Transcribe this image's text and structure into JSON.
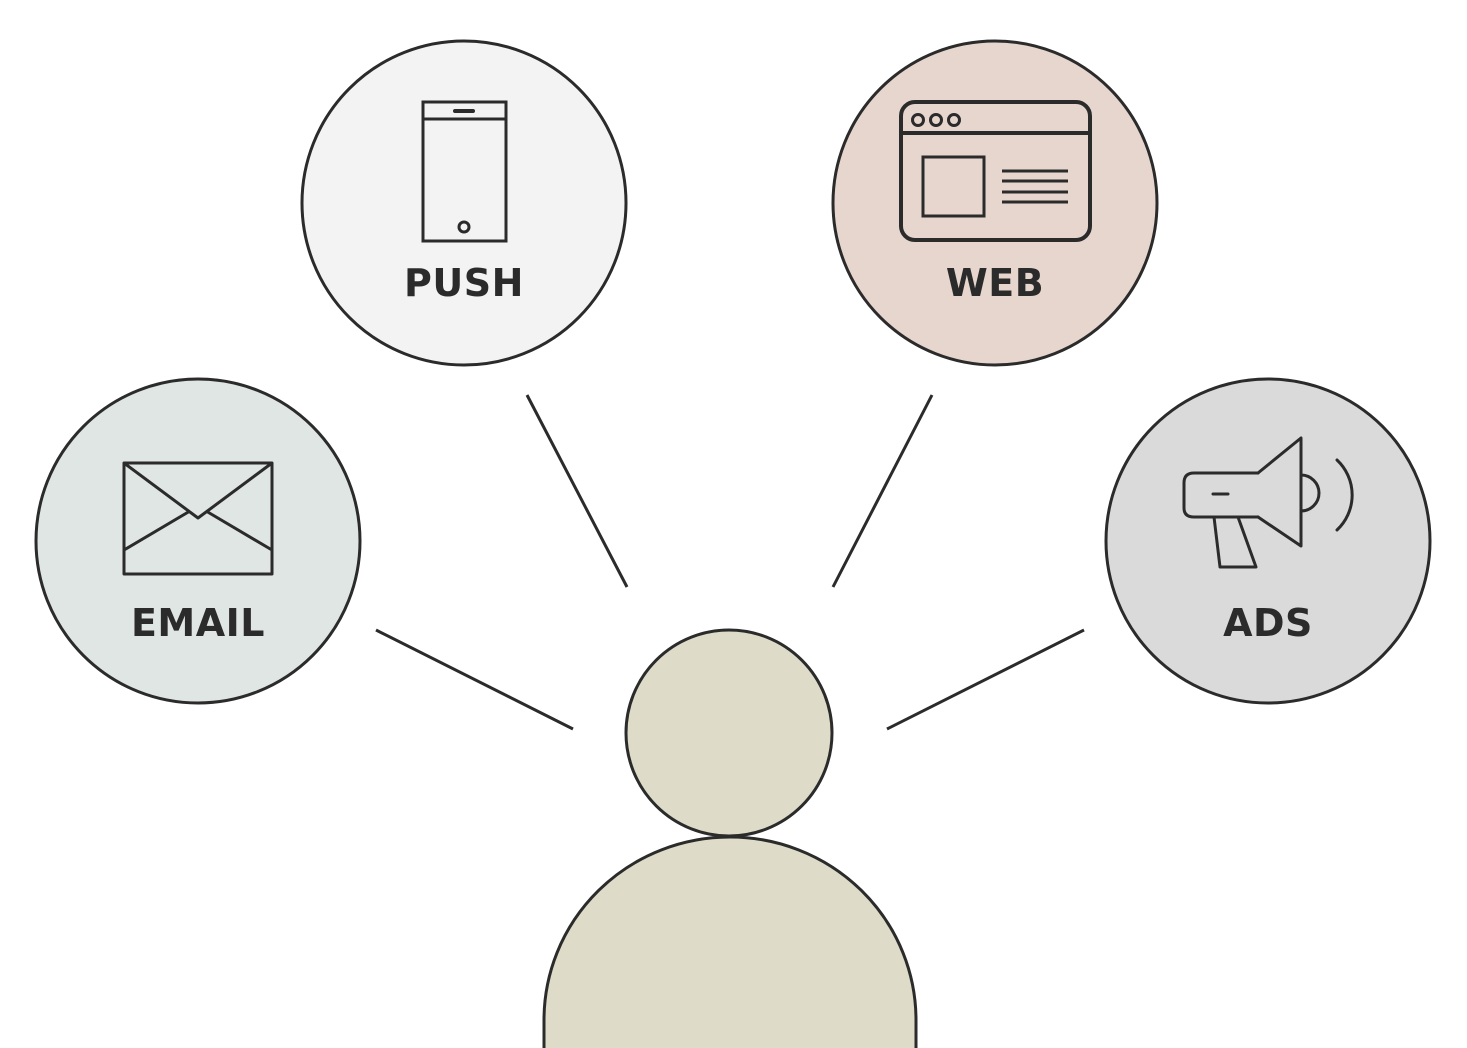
{
  "diagram": {
    "colors": {
      "stroke": "#2b2b2b",
      "person_fill": "#dedcc9",
      "email_fill": "#dfe6e3",
      "push_fill": "#f3f3f3",
      "web_fill": "#e6d6ce",
      "ads_fill": "#dadada"
    },
    "channels": [
      {
        "id": "email",
        "label": "EMAIL",
        "icon": "envelope-icon"
      },
      {
        "id": "push",
        "label": "PUSH",
        "icon": "smartphone-icon"
      },
      {
        "id": "web",
        "label": "WEB",
        "icon": "browser-window-icon"
      },
      {
        "id": "ads",
        "label": "ADS",
        "icon": "megaphone-icon"
      }
    ],
    "center": {
      "icon": "person-icon"
    }
  }
}
